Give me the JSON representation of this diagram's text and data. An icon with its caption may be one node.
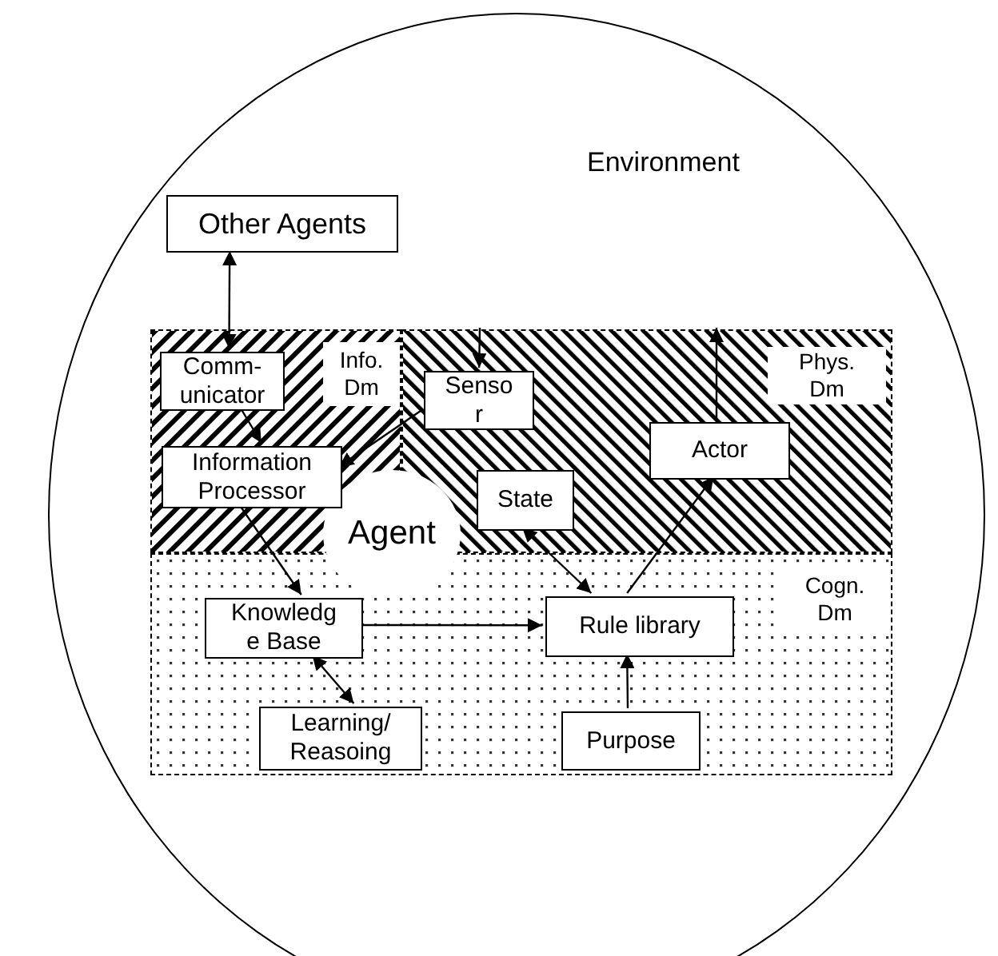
{
  "diagram": {
    "nodes": [
      {
        "text": [
          "Environment"
        ]
      },
      {
        "text": [
          "Other Agents"
        ],
        "in": 0
      },
      {
        "text": [
          "Agent"
        ],
        "in": 0
      },
      {
        "text": [
          "Info. Dm"
        ],
        "in": 0
      },
      {
        "text": [
          "Phys. Dm"
        ],
        "in": 0
      },
      {
        "text": [
          "Cogn. Dm"
        ],
        "in": 0
      },
      {
        "text": [
          "Comm- unicator"
        ],
        "in": 3
      },
      {
        "text": [
          "Senso r"
        ],
        "in": 4
      },
      {
        "text": [
          "Information Processor"
        ],
        "in": 3
      },
      {
        "text": [
          "State"
        ],
        "in": 4
      },
      {
        "text": [
          "Actor"
        ],
        "in": 4
      },
      {
        "text": [
          "Knowledg e Base"
        ],
        "in": 5
      },
      {
        "text": [
          "Rule library"
        ],
        "in": 5
      },
      {
        "text": [
          "Learning/ Reasoing"
        ],
        "in": 5
      },
      {
        "text": [
          "Purpose"
        ],
        "in": 5
      }
    ],
    "edges": [
      {
        "from": 1,
        "to": 6,
        "arrow": "both"
      },
      {
        "from": null,
        "to": 7,
        "arrow": "to"
      },
      {
        "from": 10,
        "to": null,
        "arrow": "to"
      },
      {
        "from": 6,
        "to": 8,
        "arrow": "to"
      },
      {
        "from": 7,
        "to": 8,
        "arrow": "to"
      },
      {
        "from": 8,
        "to": 11,
        "arrow": "to"
      },
      {
        "from": 11,
        "to": 12,
        "arrow": "to"
      },
      {
        "from": 11,
        "to": 13,
        "arrow": "both"
      },
      {
        "from": 9,
        "to": 12,
        "arrow": "both"
      },
      {
        "from": 12,
        "to": 10,
        "arrow": "to"
      },
      {
        "from": 14,
        "to": 12,
        "arrow": "to"
      }
    ]
  }
}
